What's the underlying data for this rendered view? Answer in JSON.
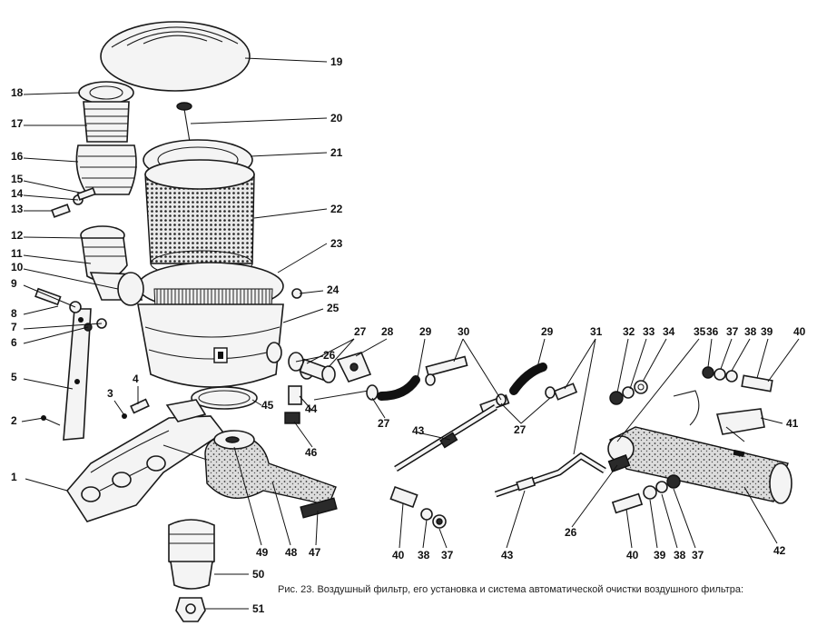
{
  "caption": "Рис. 23. Воздушный фильтр, его установка и система автоматической очистки воздушного фильтра:",
  "labels": [
    "1",
    "2",
    "3",
    "4",
    "5",
    "6",
    "7",
    "8",
    "9",
    "10",
    "11",
    "12",
    "13",
    "14",
    "15",
    "16",
    "17",
    "18",
    "19",
    "20",
    "21",
    "22",
    "23",
    "24",
    "25",
    "26",
    "26",
    "27",
    "27",
    "27",
    "28",
    "29",
    "29",
    "30",
    "31",
    "32",
    "33",
    "34",
    "35",
    "36",
    "37",
    "37",
    "37",
    "38",
    "38",
    "38",
    "39",
    "39",
    "40",
    "40",
    "40",
    "41",
    "42",
    "43",
    "43",
    "44",
    "45",
    "46",
    "47",
    "48",
    "49",
    "50",
    "51"
  ],
  "colors": {
    "ink": "#111111",
    "paper": "#ffffff"
  }
}
